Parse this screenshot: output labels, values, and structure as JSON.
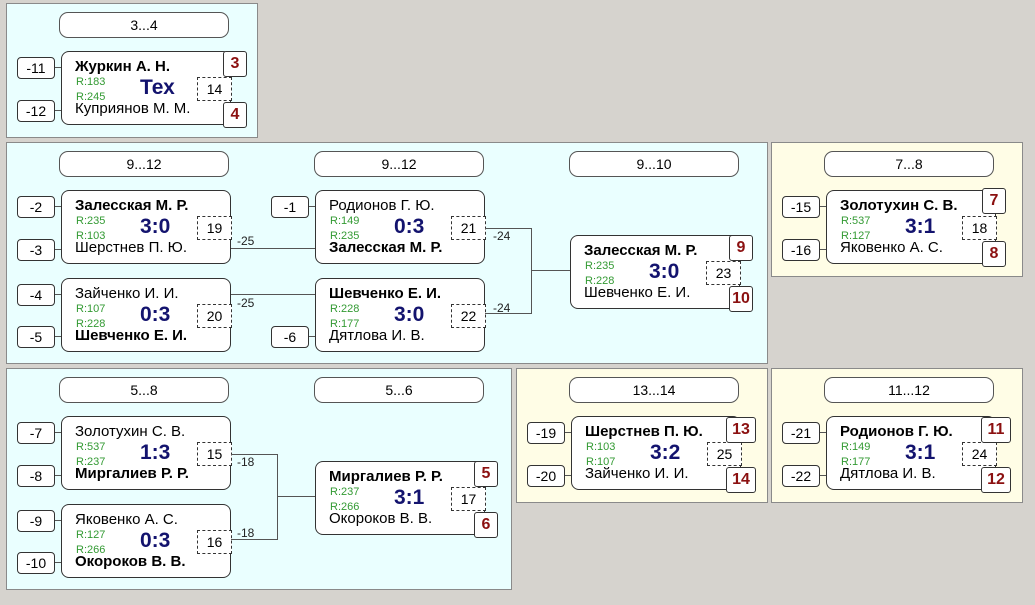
{
  "p34": {
    "header": "3...4",
    "seeds": [
      "-11",
      "-12"
    ],
    "match": {
      "p1": "Журкин А. Н.",
      "p2": "Куприянов М. М.",
      "r1": "R:183",
      "r2": "R:245",
      "score": "Тех",
      "num": "14"
    },
    "places": [
      "3",
      "4"
    ]
  },
  "p912": {
    "headers": [
      "9...12",
      "9...12",
      "9...10"
    ],
    "seeds": [
      "-2",
      "-3",
      "-4",
      "-5",
      "-1",
      "-6"
    ],
    "m19": {
      "p1": "Залесская М. Р.",
      "p2": "Шерстнев П. Ю.",
      "r1": "R:235",
      "r2": "R:103",
      "score": "3:0",
      "num": "19"
    },
    "m20": {
      "p1": "Зайченко И. И.",
      "p2": "Шевченко Е. И.",
      "r1": "R:107",
      "r2": "R:228",
      "score": "0:3",
      "num": "20"
    },
    "m21": {
      "p1": "Родионов Г. Ю.",
      "p2": "Залесская М. Р.",
      "r1": "R:149",
      "r2": "R:235",
      "score": "0:3",
      "num": "21"
    },
    "m22": {
      "p1": "Шевченко Е. И.",
      "p2": "Дятлова И. В.",
      "r1": "R:228",
      "r2": "R:177",
      "score": "3:0",
      "num": "22"
    },
    "m23": {
      "p1": "Залесская М. Р.",
      "p2": "Шевченко Е. И.",
      "r1": "R:235",
      "r2": "R:228",
      "score": "3:0",
      "num": "23"
    },
    "loser_labels": [
      "-25",
      "-25",
      "-24",
      "-24"
    ],
    "places": [
      "9",
      "10"
    ]
  },
  "p78": {
    "header": "7...8",
    "seeds": [
      "-15",
      "-16"
    ],
    "match": {
      "p1": "Золотухин С. В.",
      "p2": "Яковенко А. С.",
      "r1": "R:537",
      "r2": "R:127",
      "score": "3:1",
      "num": "18"
    },
    "places": [
      "7",
      "8"
    ]
  },
  "p58": {
    "headers": [
      "5...8",
      "5...6"
    ],
    "seeds": [
      "-7",
      "-8",
      "-9",
      "-10"
    ],
    "m15": {
      "p1": "Золотухин С. В.",
      "p2": "Миргалиев Р. Р.",
      "r1": "R:537",
      "r2": "R:237",
      "score": "1:3",
      "num": "15"
    },
    "m16": {
      "p1": "Яковенко А. С.",
      "p2": "Окороков В. В.",
      "r1": "R:127",
      "r2": "R:266",
      "score": "0:3",
      "num": "16"
    },
    "m17": {
      "p1": "Миргалиев Р. Р.",
      "p2": "Окороков В. В.",
      "r1": "R:237",
      "r2": "R:266",
      "score": "3:1",
      "num": "17"
    },
    "loser_labels": [
      "-18",
      "-18"
    ],
    "places": [
      "5",
      "6"
    ]
  },
  "p1314": {
    "header": "13...14",
    "seeds": [
      "-19",
      "-20"
    ],
    "match": {
      "p1": "Шерстнев П. Ю.",
      "p2": "Зайченко И. И.",
      "r1": "R:103",
      "r2": "R:107",
      "score": "3:2",
      "num": "25"
    },
    "places": [
      "13",
      "14"
    ]
  },
  "p1112": {
    "header": "11...12",
    "seeds": [
      "-21",
      "-22"
    ],
    "match": {
      "p1": "Родионов Г. Ю.",
      "p2": "Дятлова И. В.",
      "r1": "R:149",
      "r2": "R:177",
      "score": "3:1",
      "num": "24"
    },
    "places": [
      "11",
      "12"
    ]
  }
}
